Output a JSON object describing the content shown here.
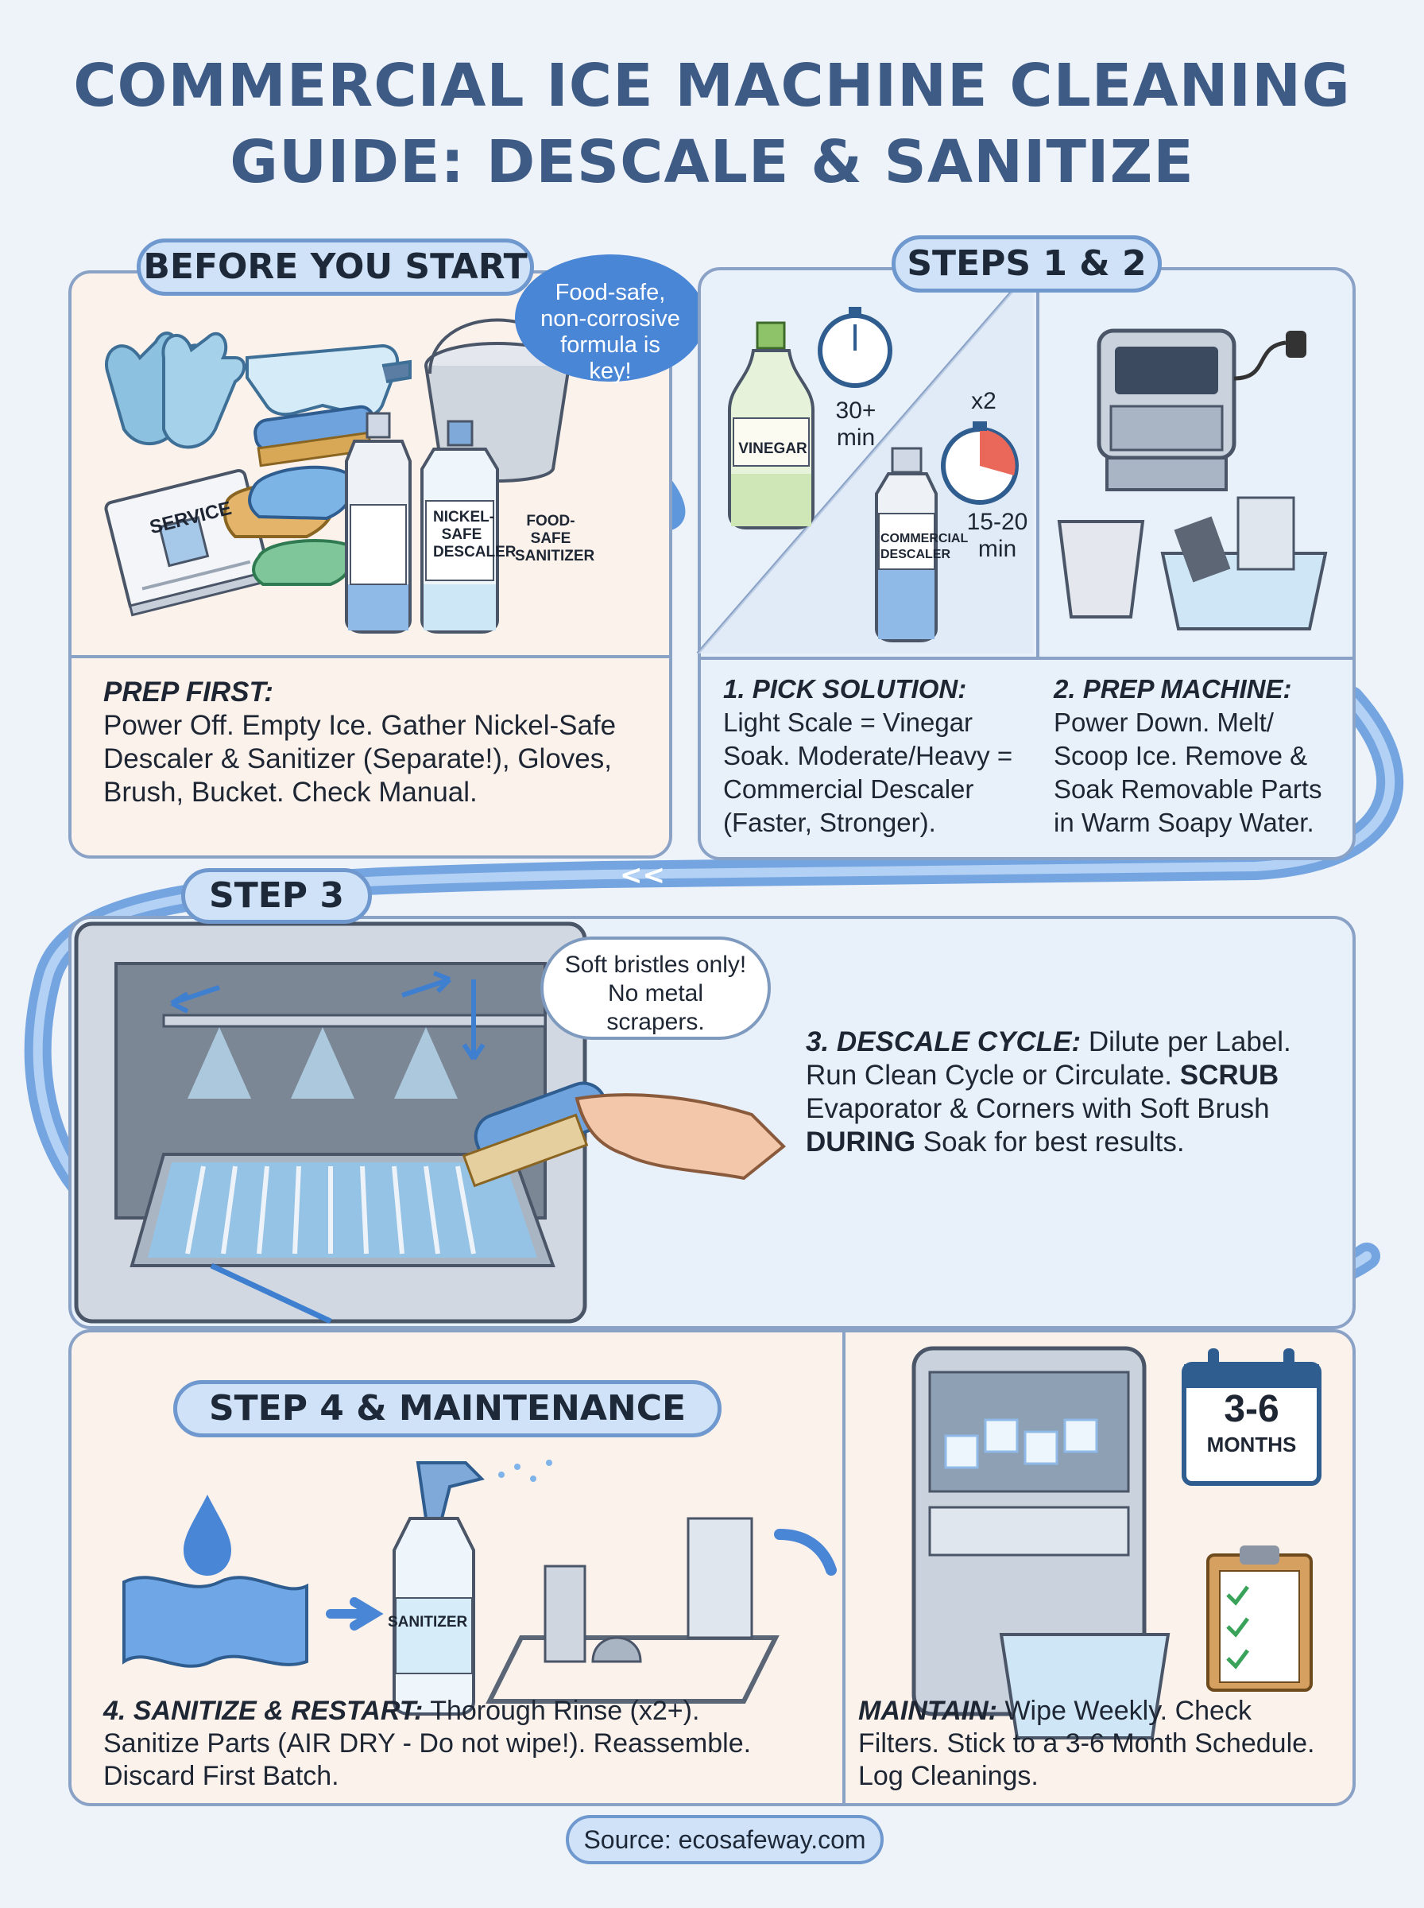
{
  "title": {
    "line1": "COMMERCIAL ICE MACHINE CLEANING",
    "line2": "GUIDE: DESCALE & SANITIZE"
  },
  "before": {
    "heading": "BEFORE YOU START",
    "bubble": "Food-safe, non-corrosive formula is key!",
    "manual_label": "SERVICE",
    "descaler_label": "NICKEL-SAFE DESCALER",
    "sanitizer_label": "FOOD-SAFE SANITIZER",
    "lead": "PREP FIRST:",
    "body": "Power Off. Empty Ice. Gather Nickel-Safe Descaler & Sanitizer (Separate!), Gloves, Brush, Bucket. Check Manual."
  },
  "steps12": {
    "heading": "STEPS 1 & 2",
    "vinegar_label": "VINEGAR",
    "time1": "30+ min",
    "multiplier": "x2",
    "descaler_label": "COMMERCIAL DESCALER",
    "time2": "15-20 min",
    "step1_lead": "1. PICK SOLUTION:",
    "step1_body": "Light Scale = Vinegar Soak. Moderate/Heavy = Commercial Descaler (Faster, Stronger).",
    "step2_lead": "2. PREP MACHINE:",
    "step2_body": "Power Down. Melt/ Scoop Ice. Remove & Soak Removable Parts in Warm Soapy Water."
  },
  "step3": {
    "heading": "STEP 3",
    "cloud": "Soft bristles only! No metal scrapers.",
    "lead": "3. DESCALE CYCLE:",
    "body1": " Dilute per Label. Run Clean Cycle or Circulate. ",
    "strong1": "SCRUB",
    "body2": " Evaporator & Corners with Soft Brush ",
    "strong2": "DURING",
    "body3": " Soak for best results."
  },
  "step4": {
    "heading": "STEP 4 & MAINTENANCE",
    "sanitizer_label": "SANITIZER",
    "calendar_number": "3-6",
    "calendar_unit": "MONTHS",
    "step4_lead": "4. SANITIZE & RESTART:",
    "step4_body": " Thorough Rinse (x2+). Sanitize Parts (AIR DRY - Do not wipe!). Reassemble. Discard First Batch.",
    "maint_lead": "MAINTAIN:",
    "maint_body": " Wipe Weekly. Check Filters. Stick to a 3-6 Month Schedule. Log Cleanings."
  },
  "source": "Source: ecosafeway.com",
  "colors": {
    "title": "#3e5b86",
    "border": "#8aa2c6",
    "accent": "#4a86d6",
    "pill": "#cfe2f7",
    "warm_panel": "#fbf2ec",
    "cool_panel": "#e8f0fa"
  }
}
